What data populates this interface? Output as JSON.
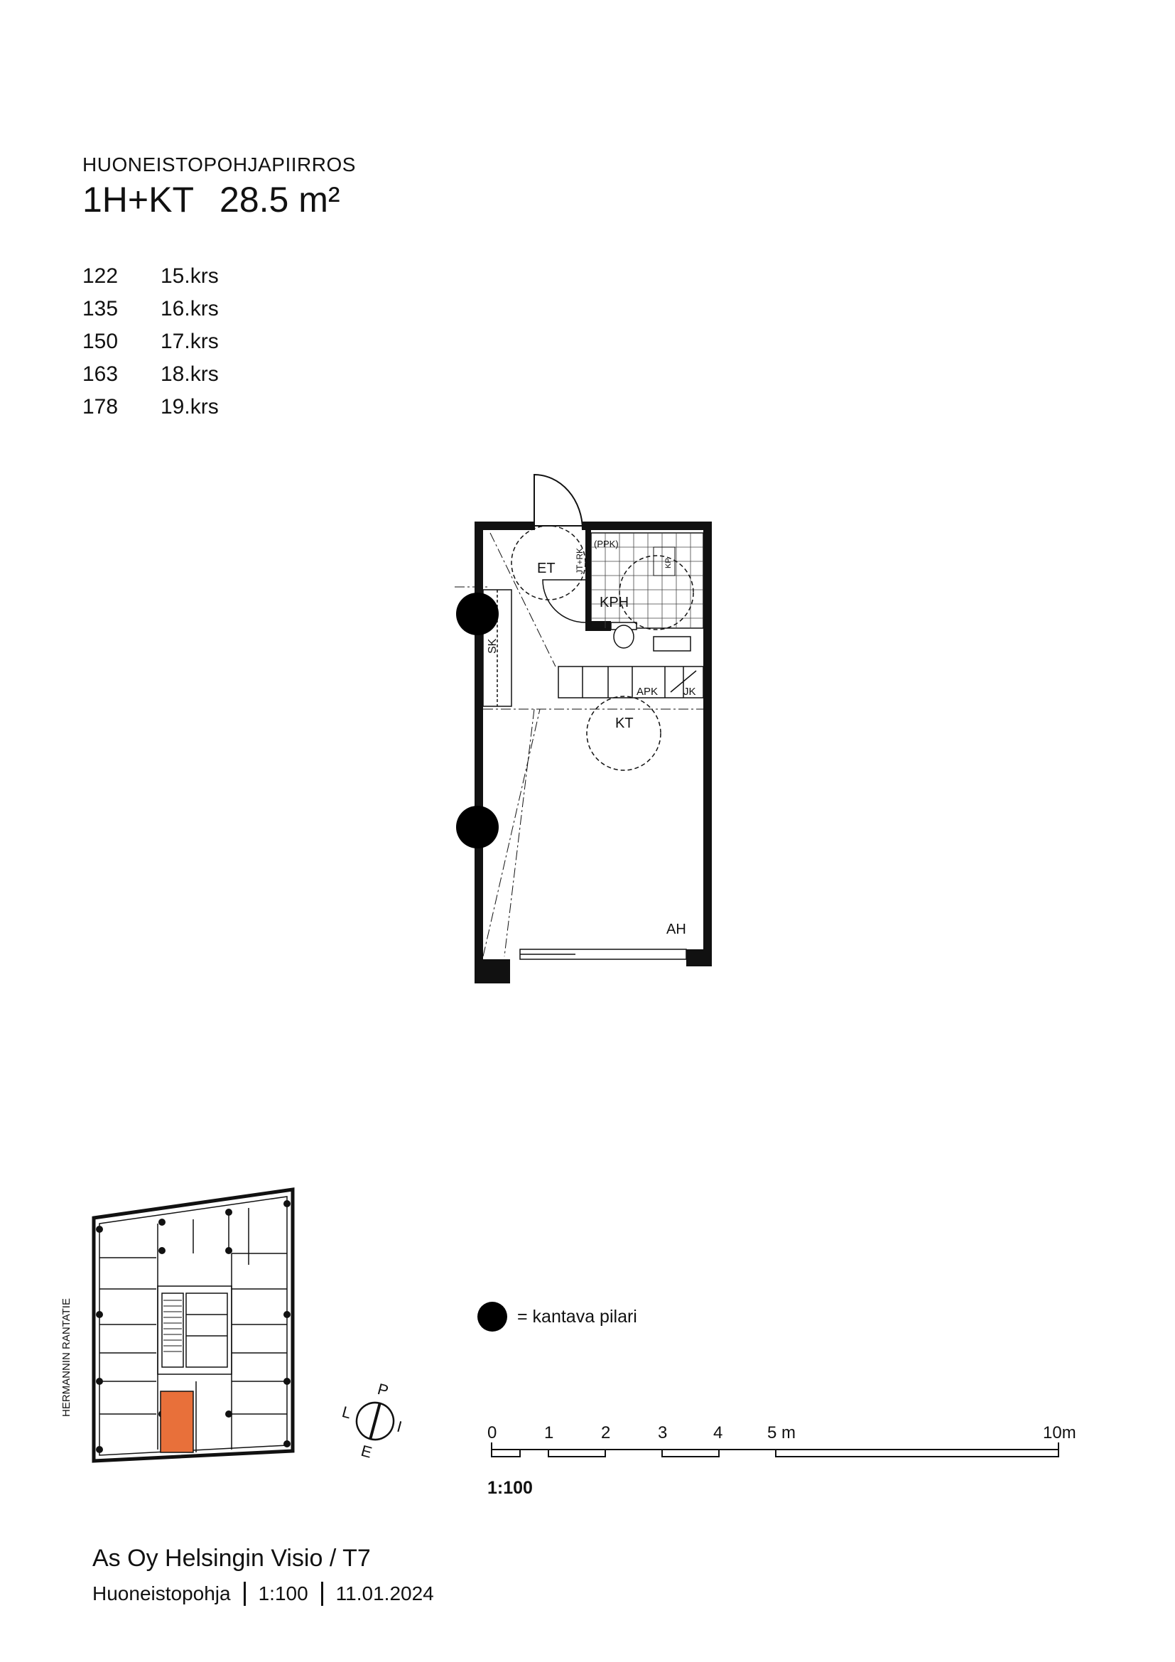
{
  "header": {
    "kicker": "HUONEISTOPOHJAPIIRROS",
    "type": "1H+KT",
    "area": "28.5 m²"
  },
  "apartments": [
    {
      "no": "122",
      "floor": "15.krs"
    },
    {
      "no": "135",
      "floor": "16.krs"
    },
    {
      "no": "150",
      "floor": "17.krs"
    },
    {
      "no": "163",
      "floor": "18.krs"
    },
    {
      "no": "178",
      "floor": "19.krs"
    }
  ],
  "plan": {
    "rooms": {
      "et": "ET",
      "kph": "KPH",
      "kt": "KT",
      "ah": "AH",
      "sk": "SK"
    },
    "fixtures": {
      "ppk": "(PPK)",
      "apk": "APK",
      "jk": "JK",
      "jtrk": "JT+RK",
      "kp": "KP"
    }
  },
  "site_plan": {
    "street": "HERMANNIN RANTATIE",
    "highlight_color": "#e8703a"
  },
  "compass": {
    "n": "P",
    "e": "I",
    "s": "E",
    "w": "L"
  },
  "legend": {
    "symbol": "black-circle",
    "text": "= kantava pilari"
  },
  "scale_bar": {
    "labels": [
      "0",
      "1",
      "2",
      "3",
      "4",
      "5 m",
      "10m"
    ],
    "ratio": "1:100"
  },
  "footer": {
    "project": "As Oy Helsingin Visio / T7",
    "doc_type": "Huoneistopohja",
    "scale": "1:100",
    "date": "11.01.2024"
  }
}
